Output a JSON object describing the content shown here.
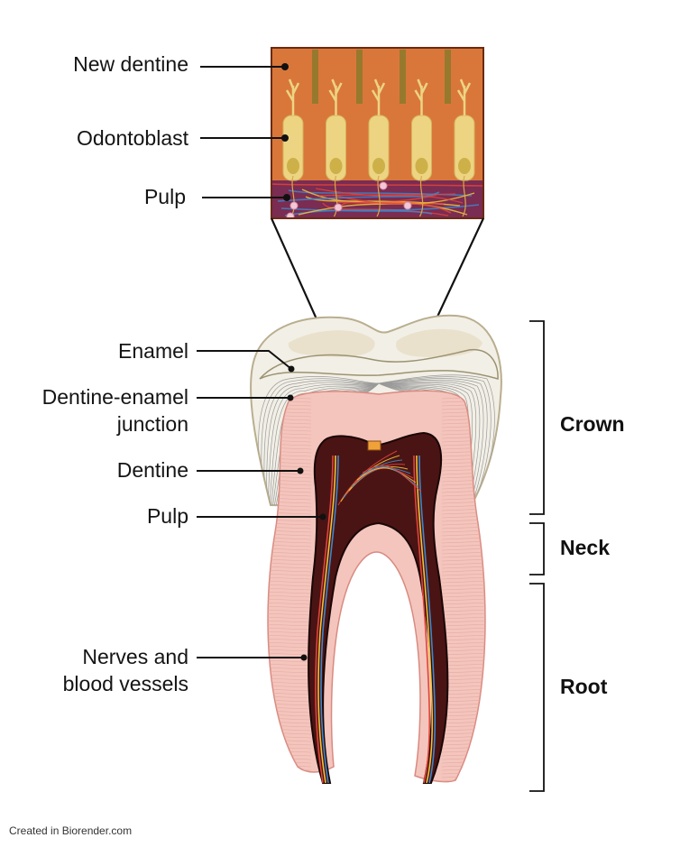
{
  "title": "Tooth anatomy with odontoblast inset",
  "inset": {
    "labels": [
      {
        "id": "new-dentine",
        "text": "New dentine"
      },
      {
        "id": "odontoblast",
        "text": "Odontoblast"
      },
      {
        "id": "inset-pulp",
        "text": "Pulp"
      }
    ],
    "odontoblast_count": 5
  },
  "tooth": {
    "labels": [
      {
        "id": "enamel",
        "text": "Enamel"
      },
      {
        "id": "dej",
        "text": "Dentine-enamel junction",
        "lines": [
          "Dentine-enamel",
          "junction"
        ]
      },
      {
        "id": "dentine",
        "text": "Dentine"
      },
      {
        "id": "pulp",
        "text": "Pulp"
      },
      {
        "id": "nerves",
        "text": "Nerves and blood vessels",
        "lines": [
          "Nerves and",
          "blood vessels"
        ]
      }
    ]
  },
  "regions": [
    {
      "id": "crown",
      "text": "Crown"
    },
    {
      "id": "neck",
      "text": "Neck"
    },
    {
      "id": "root",
      "text": "Root"
    }
  ],
  "colors": {
    "inset_dentine": "#d9773a",
    "odontoblast": "#ecd483",
    "inset_pulp": "#7a2c52",
    "enamel": "#f2efe6",
    "dentine": "#f4c5bd",
    "pulp": "#4a1414",
    "vessel_red": "#e0443a",
    "vessel_blue": "#3f86c8",
    "nerve_yellow": "#f0c23a"
  },
  "credit": "Created in Biorender.com"
}
